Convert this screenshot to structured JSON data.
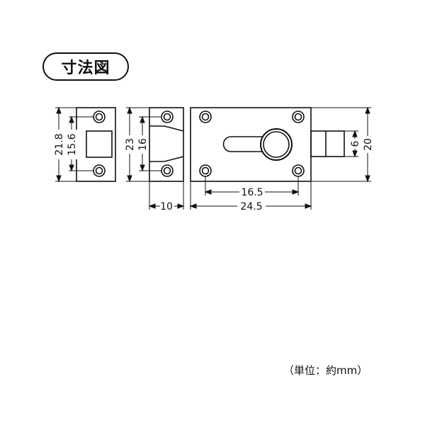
{
  "title": "寸法図",
  "unit_note": "（単位：約mm）",
  "dimensions": {
    "strike_total_height": "21.8",
    "strike_hole_pitch": "15.6",
    "side_total_height": "23",
    "side_hole_pitch": "16",
    "side_depth": "10",
    "bolt_width": "6",
    "body_height": "20",
    "hole_pitch_horizontal": "16.5",
    "body_length": "24.5"
  }
}
